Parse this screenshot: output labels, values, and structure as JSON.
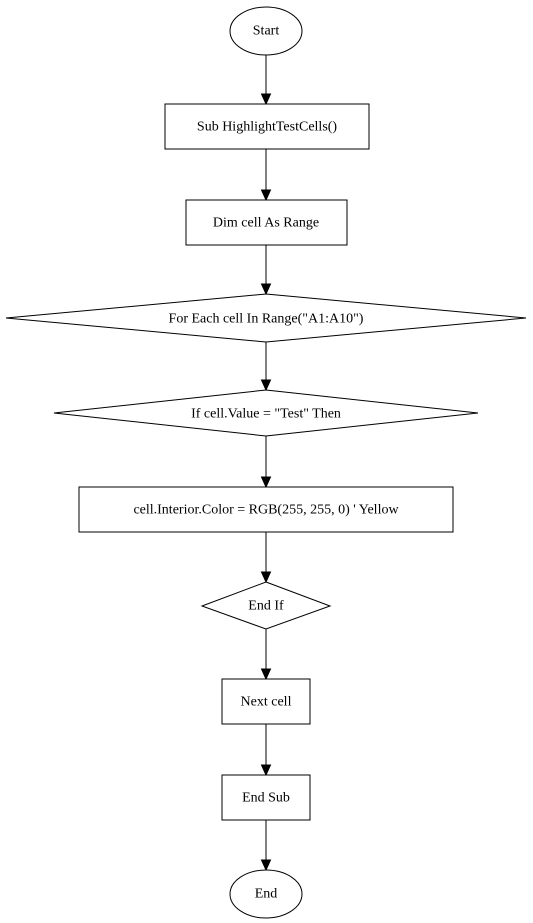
{
  "nodes": [
    {
      "id": "start",
      "shape": "ellipse",
      "label": "Start"
    },
    {
      "id": "sub",
      "shape": "rect",
      "label": "Sub HighlightTestCells()"
    },
    {
      "id": "dim",
      "shape": "rect",
      "label": "Dim cell As Range"
    },
    {
      "id": "for",
      "shape": "diamond",
      "label": "For Each cell In Range(\"A1:A10\")"
    },
    {
      "id": "if",
      "shape": "diamond",
      "label": "If cell.Value = \"Test\" Then"
    },
    {
      "id": "color",
      "shape": "rect",
      "label": "cell.Interior.Color = RGB(255, 255, 0) ' Yellow"
    },
    {
      "id": "endif",
      "shape": "diamond",
      "label": "End If"
    },
    {
      "id": "next",
      "shape": "rect",
      "label": "Next cell"
    },
    {
      "id": "endsub",
      "shape": "rect",
      "label": "End Sub"
    },
    {
      "id": "end",
      "shape": "ellipse",
      "label": "End"
    }
  ],
  "edges": [
    {
      "from": "start",
      "to": "sub"
    },
    {
      "from": "sub",
      "to": "dim"
    },
    {
      "from": "dim",
      "to": "for"
    },
    {
      "from": "for",
      "to": "if"
    },
    {
      "from": "if",
      "to": "color"
    },
    {
      "from": "color",
      "to": "endif"
    },
    {
      "from": "endif",
      "to": "next"
    },
    {
      "from": "next",
      "to": "endsub"
    },
    {
      "from": "endsub",
      "to": "end"
    }
  ]
}
